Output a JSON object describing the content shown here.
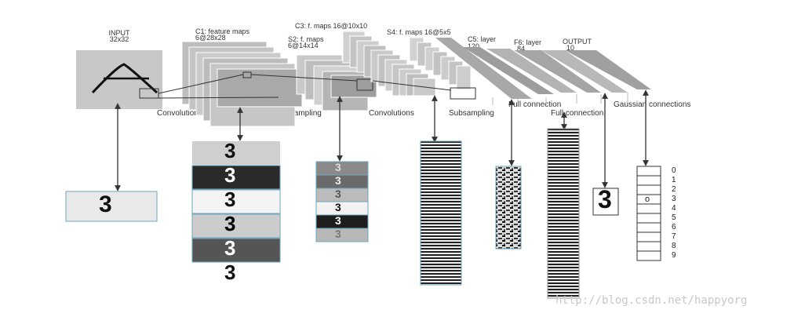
{
  "layers": {
    "input": {
      "name": "INPUT",
      "size": "32x32"
    },
    "c1": {
      "name": "C1: feature maps",
      "size": "6@28x28"
    },
    "s2": {
      "name": "S2: f. maps",
      "size": "6@14x14"
    },
    "c3": {
      "name": "C3: f. maps 16@10x10"
    },
    "s4": {
      "name": "S4: f. maps 16@5x5"
    },
    "c5": {
      "name": "C5: layer",
      "size": "120"
    },
    "f6": {
      "name": "F6: layer",
      "size": "84"
    },
    "output": {
      "name": "OUTPUT",
      "size": "10"
    }
  },
  "operations": {
    "conv1": "Convolutions",
    "sub1": "Subsampling",
    "conv2": "Convolutions",
    "sub2": "Subsampling",
    "full1": "Full connection",
    "full2": "Full connection",
    "gauss": "Gaussian connections"
  },
  "input_glyph": "A",
  "example_digit": "3",
  "output_digits": [
    "0",
    "1",
    "2",
    "3",
    "4",
    "5",
    "6",
    "7",
    "8",
    "9"
  ],
  "output_active_marker": "o",
  "watermark": "http://blog.csdn.net/happyorg"
}
